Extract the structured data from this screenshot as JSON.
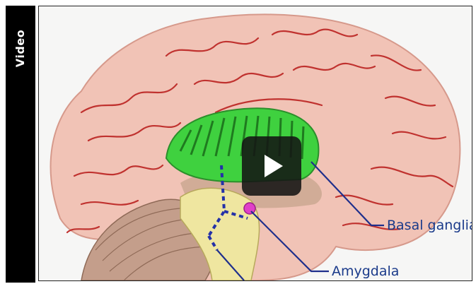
{
  "side_tab": {
    "label": "Video"
  },
  "video": {
    "labels": {
      "basal_ganglia": "Basal ganglia",
      "amygdala": "Amygdala"
    },
    "play_icon": "play-icon",
    "colors": {
      "brain": "#f1c3b6",
      "sulci": "#c0322f",
      "basal_ganglia": "#3fd13f",
      "cerebellum": "#c49e8b",
      "brainstem": "#efe6a0",
      "amygdala": "#e040c8",
      "label_text": "#1a3a8a",
      "pointer_line": "#1f2f8c"
    }
  }
}
